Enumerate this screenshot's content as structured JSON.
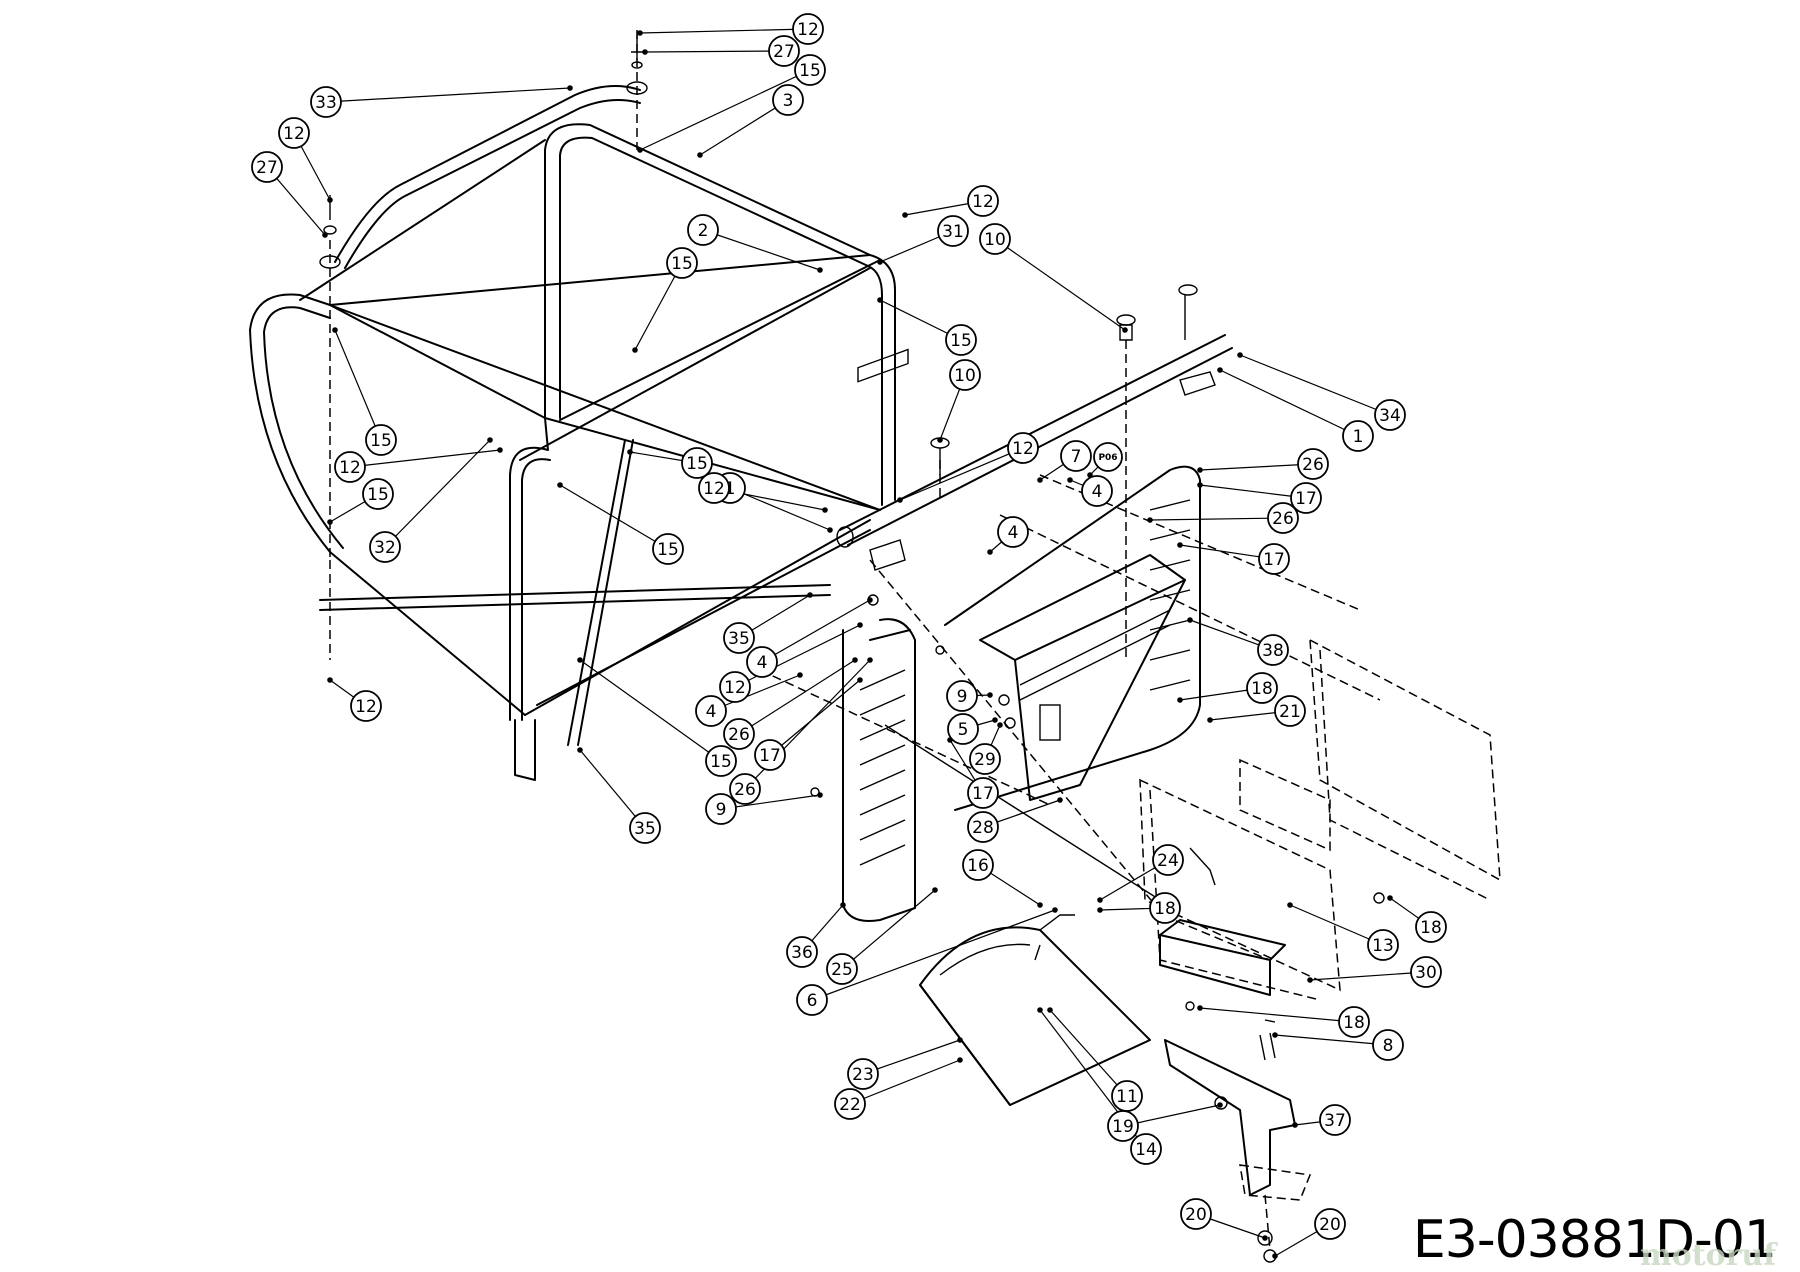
{
  "drawing_id": "E3-03881D-01",
  "watermark": "motoruf",
  "callouts": [
    {
      "label": "12"
    },
    {
      "label": "27"
    },
    {
      "label": "15"
    },
    {
      "label": "3"
    },
    {
      "label": "33"
    },
    {
      "label": "12"
    },
    {
      "label": "27"
    },
    {
      "label": "12"
    },
    {
      "label": "31"
    },
    {
      "label": "2"
    },
    {
      "label": "10"
    },
    {
      "label": "15"
    },
    {
      "label": "15"
    },
    {
      "label": "34"
    },
    {
      "label": "1"
    },
    {
      "label": "10"
    },
    {
      "label": "15"
    },
    {
      "label": "12"
    },
    {
      "label": "15"
    },
    {
      "label": "32"
    },
    {
      "label": "12"
    },
    {
      "label": "15"
    },
    {
      "label": "15"
    },
    {
      "label": "1"
    },
    {
      "label": "7"
    },
    {
      "label": "P06"
    },
    {
      "label": "26"
    },
    {
      "label": "4"
    },
    {
      "label": "12"
    },
    {
      "label": "17"
    },
    {
      "label": "26"
    },
    {
      "label": "4"
    },
    {
      "label": "17"
    },
    {
      "label": "35"
    },
    {
      "label": "4"
    },
    {
      "label": "12"
    },
    {
      "label": "4"
    },
    {
      "label": "26"
    },
    {
      "label": "17"
    },
    {
      "label": "26"
    },
    {
      "label": "38"
    },
    {
      "label": "18"
    },
    {
      "label": "9"
    },
    {
      "label": "21"
    },
    {
      "label": "5"
    },
    {
      "label": "29"
    },
    {
      "label": "12"
    },
    {
      "label": "35"
    },
    {
      "label": "15"
    },
    {
      "label": "9"
    },
    {
      "label": "17"
    },
    {
      "label": "28"
    },
    {
      "label": "16"
    },
    {
      "label": "24"
    },
    {
      "label": "18"
    },
    {
      "label": "18"
    },
    {
      "label": "13"
    },
    {
      "label": "36"
    },
    {
      "label": "25"
    },
    {
      "label": "30"
    },
    {
      "label": "6"
    },
    {
      "label": "18"
    },
    {
      "label": "8"
    },
    {
      "label": "23"
    },
    {
      "label": "11"
    },
    {
      "label": "22"
    },
    {
      "label": "37"
    },
    {
      "label": "19"
    },
    {
      "label": "14"
    },
    {
      "label": "20"
    },
    {
      "label": "20"
    }
  ]
}
